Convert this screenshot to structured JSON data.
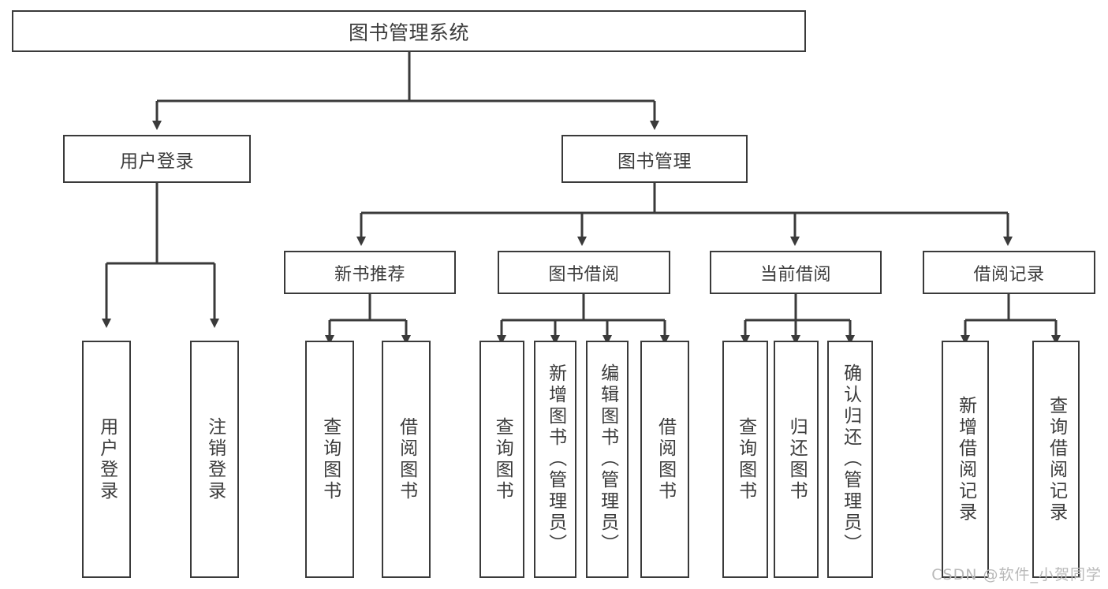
{
  "diagram": {
    "title": "图书管理系统",
    "watermark": "CSDN @软件_小贺同学",
    "colors": {
      "box_border": "#3a3a3a",
      "text": "#3c3c3c",
      "edge": "#3a3a3a",
      "background": "#ffffff",
      "watermark": "#b9b9b9"
    },
    "root": {
      "label": "图书管理系统"
    },
    "level2": [
      {
        "label": "用户登录"
      },
      {
        "label": "图书管理"
      }
    ],
    "level3": [
      {
        "label": "新书推荐"
      },
      {
        "label": "图书借阅"
      },
      {
        "label": "当前借阅"
      },
      {
        "label": "借阅记录"
      }
    ],
    "leaves": {
      "user_login": [
        {
          "label": "用户登录"
        },
        {
          "label": "注销登录"
        }
      ],
      "new_book_recommend": [
        {
          "label": "查询图书"
        },
        {
          "label": "借阅图书"
        }
      ],
      "book_borrow": [
        {
          "label": "查询图书"
        },
        {
          "label": "新增图书（管理员）"
        },
        {
          "label": "编辑图书（管理员）"
        },
        {
          "label": "借阅图书"
        }
      ],
      "current_borrow": [
        {
          "label": "查询图书"
        },
        {
          "label": "归还图书"
        },
        {
          "label": "确认归还（管理员）"
        }
      ],
      "borrow_record": [
        {
          "label": "新增借阅记录"
        },
        {
          "label": "查询借阅记录"
        }
      ]
    }
  }
}
